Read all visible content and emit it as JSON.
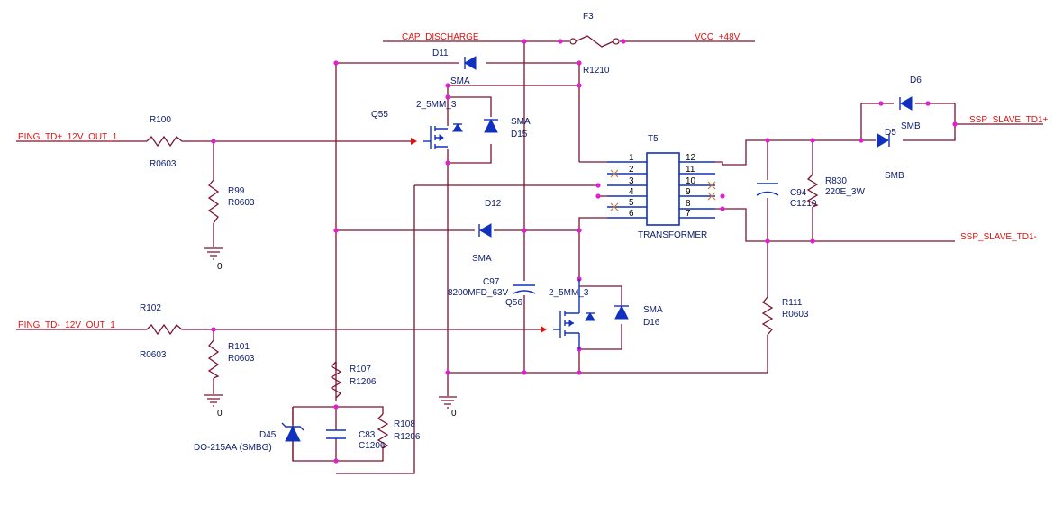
{
  "nets": {
    "cap_discharge": "CAP_DISCHARGE",
    "vcc": "VCC_+48V",
    "ping_td_plus": "PING_TD+_12V_OUT_1",
    "ping_td_minus": "PING_TD-_12V_OUT_1",
    "ssp_td1_plus": "SSP_SLAVE_TD1+",
    "ssp_td1_minus": "SSP_SLAVE_TD1-"
  },
  "components": {
    "f3": {
      "ref": "F3"
    },
    "d11": {
      "ref": "D11",
      "pkg": "SMA"
    },
    "r1210": {
      "pkg": "R1210"
    },
    "q55": {
      "ref": "Q55",
      "pkg": "2_5MM_3"
    },
    "d15": {
      "ref": "D15",
      "pkg": "SMA"
    },
    "r100": {
      "ref": "R100",
      "pkg": "R0603"
    },
    "r99": {
      "ref": "R99",
      "pkg": "R0603"
    },
    "d12": {
      "ref": "D12",
      "pkg": "SMA"
    },
    "c97": {
      "ref": "C97",
      "value": "8200MFD_63V"
    },
    "q56": {
      "ref": "Q56",
      "pkg": "2_5MM_3"
    },
    "d16": {
      "ref": "D16",
      "pkg": "SMA"
    },
    "r102": {
      "ref": "R102",
      "pkg": "R0603"
    },
    "r101": {
      "ref": "R101",
      "pkg": "R0603"
    },
    "r107": {
      "ref": "R107",
      "pkg": "R1206"
    },
    "r108": {
      "ref": "R108",
      "pkg": "R1206"
    },
    "c83": {
      "ref": "C83",
      "pkg": "C1206"
    },
    "d45": {
      "ref": "D45",
      "pkg": "DO-215AA (SMBG)"
    },
    "t5": {
      "ref": "T5",
      "name": "TRANSFORMER",
      "pins_left": [
        "1",
        "2",
        "3",
        "4",
        "5",
        "6"
      ],
      "pins_right": [
        "12",
        "11",
        "10",
        "9",
        "8",
        "7"
      ]
    },
    "c94": {
      "ref": "C94",
      "pkg": "C1210"
    },
    "r830": {
      "ref": "R830",
      "value": "220E_3W"
    },
    "r111": {
      "ref": "R111",
      "pkg": "R0603"
    },
    "d6": {
      "ref": "D6",
      "pkg": "SMB"
    },
    "d5": {
      "ref": "D5",
      "pkg": "SMB"
    }
  },
  "ground_label": "0",
  "colors": {
    "wire": "#7a1430",
    "junction": "#e020d0",
    "part": "#1030c0",
    "net_label": "#e01010",
    "text": "#0a1a6a"
  }
}
